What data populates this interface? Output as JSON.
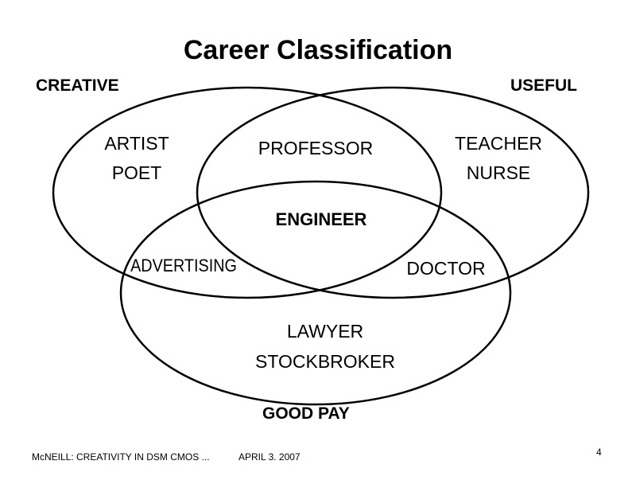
{
  "title": "Career Classification",
  "sets": {
    "creative": "CREATIVE",
    "useful": "USEFUL",
    "good_pay": "GOOD PAY"
  },
  "regions": {
    "creative_only": [
      "ARTIST",
      "POET"
    ],
    "creative_useful": "PROFESSOR",
    "useful_only": [
      "TEACHER",
      "NURSE"
    ],
    "all_three": "ENGINEER",
    "creative_pay": "ADVERTISING",
    "useful_pay": "DOCTOR",
    "pay_only": [
      "LAWYER",
      "STOCKBROKER"
    ]
  },
  "footer": {
    "left": "McNEILL: CREATIVITY IN DSM CMOS ...",
    "date": "APRIL 3. 2007",
    "page": "4"
  }
}
